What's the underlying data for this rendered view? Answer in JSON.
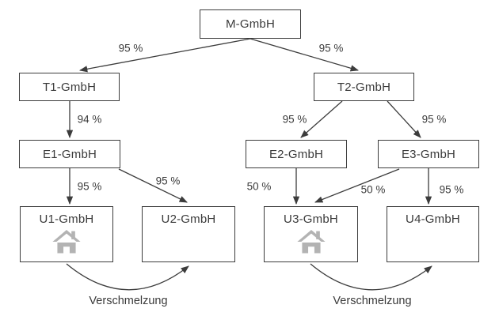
{
  "diagram": {
    "type": "org-structure",
    "language": "de",
    "nodes": {
      "m": {
        "label": "M-GmbH"
      },
      "t1": {
        "label": "T1-GmbH"
      },
      "t2": {
        "label": "T2-GmbH"
      },
      "e1": {
        "label": "E1-GmbH"
      },
      "e2": {
        "label": "E2-GmbH"
      },
      "e3": {
        "label": "E3-GmbH"
      },
      "u1": {
        "label": "U1-GmbH",
        "icon": "house-icon"
      },
      "u2": {
        "label": "U2-GmbH"
      },
      "u3": {
        "label": "U3-GmbH",
        "icon": "house-icon"
      },
      "u4": {
        "label": "U4-GmbH"
      }
    },
    "edges": [
      {
        "from": "M-GmbH",
        "to": "T1-GmbH",
        "label": "95 %"
      },
      {
        "from": "M-GmbH",
        "to": "T2-GmbH",
        "label": "95 %"
      },
      {
        "from": "T1-GmbH",
        "to": "E1-GmbH",
        "label": "94 %"
      },
      {
        "from": "E1-GmbH",
        "to": "U1-GmbH",
        "label": "95 %"
      },
      {
        "from": "E1-GmbH",
        "to": "U2-GmbH",
        "label": "95 %"
      },
      {
        "from": "T2-GmbH",
        "to": "E2-GmbH",
        "label": "95 %"
      },
      {
        "from": "T2-GmbH",
        "to": "E3-GmbH",
        "label": "95 %"
      },
      {
        "from": "E2-GmbH",
        "to": "U3-GmbH",
        "label": "50 %"
      },
      {
        "from": "E3-GmbH",
        "to": "U3-GmbH",
        "label": "50 %"
      },
      {
        "from": "E3-GmbH",
        "to": "U4-GmbH",
        "label": "95 %"
      }
    ],
    "mergers": [
      {
        "from": "U1-GmbH",
        "to": "U2-GmbH",
        "label": "Verschmelzung"
      },
      {
        "from": "U3-GmbH",
        "to": "U4-GmbH",
        "label": "Verschmelzung"
      }
    ],
    "colors": {
      "line": "#3c3c3c",
      "box_border": "#3c3c3c",
      "text": "#3a3a3a",
      "house_icon": "#b3b3b3",
      "background": "#ffffff"
    }
  }
}
